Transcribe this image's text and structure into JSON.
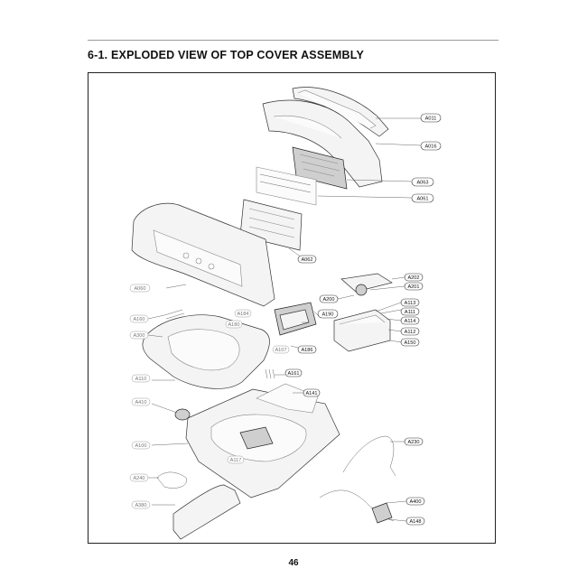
{
  "document": {
    "title": "6-1. EXPLODED VIEW OF TOP COVER ASSEMBLY",
    "page_number": "46"
  },
  "callouts": {
    "a011": "A011",
    "a016": "A016",
    "a063": "A063",
    "a061": "A061",
    "a062": "A062",
    "a060": "A060",
    "a202": "A202",
    "a201": "A201",
    "a200": "A200",
    "a113": "A113",
    "a111": "A111",
    "a114": "A114",
    "a112": "A112",
    "a150": "A150",
    "a184": "A184",
    "a190": "A190",
    "a160": "A160",
    "a300_lid": "A300",
    "a180": "A180",
    "a107": "A107",
    "a186": "A186",
    "a161": "A161",
    "a110": "A110",
    "a141": "A141",
    "a410": "A410",
    "a100": "A100",
    "a117": "A117",
    "a230": "A230",
    "a240": "A240",
    "a380": "A380",
    "a400": "A400",
    "a148": "A148"
  }
}
